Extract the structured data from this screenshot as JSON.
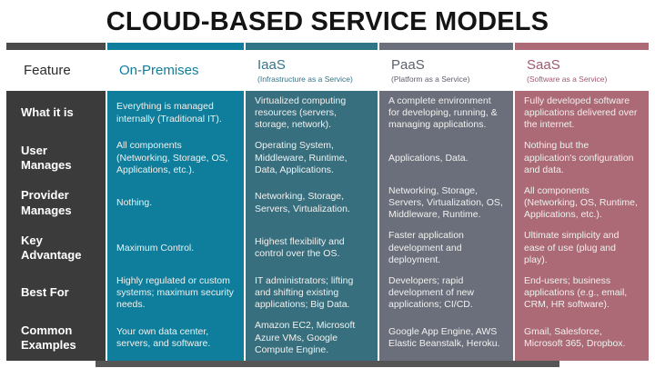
{
  "title": "CLOUD-BASED SERVICE MODELS",
  "colors": {
    "feature_column": "#3b3b3b",
    "on_premises_column": "#0e7e9c",
    "iaas_column": "#386f7f",
    "paas_column": "#6b6f7b",
    "saas_column": "#ab6a76",
    "on_premises_header_text": "#0e7e9c",
    "iaas_header_text": "#35758a",
    "paas_header_text": "#5d616e",
    "saas_header_text": "#a05b6d"
  },
  "table": {
    "feature_header": "Feature",
    "columns": [
      {
        "label": "On-Premises",
        "subtitle": ""
      },
      {
        "label": "IaaS",
        "subtitle": "(Infrastructure as a Service)"
      },
      {
        "label": "PaaS",
        "subtitle": "(Platform as a Service)"
      },
      {
        "label": "SaaS",
        "subtitle": "(Software as a Service)"
      }
    ],
    "rows": [
      {
        "feature": "What it is",
        "cells": [
          "Everything is managed internally (Traditional IT).",
          "Virtualized computing resources (servers, storage, network).",
          "A complete environment for developing, running, & managing applications.",
          "Fully developed software applications delivered over the internet."
        ]
      },
      {
        "feature": "User Manages",
        "cells": [
          "All components (Networking, Storage, OS, Applications, etc.).",
          "Operating System, Middleware, Runtime, Data, Applications.",
          "Applications, Data.",
          "Nothing but the application's configuration and data."
        ]
      },
      {
        "feature": "Provider Manages",
        "cells": [
          "Nothing.",
          "Networking, Storage, Servers, Virtualization.",
          "Networking, Storage, Servers, Virtualization, OS, Middleware, Runtime.",
          "All components (Networking, OS, Runtime, Applications, etc.)."
        ]
      },
      {
        "feature": "Key Advantage",
        "cells": [
          "Maximum Control.",
          "Highest flexibility and control over the OS.",
          "Faster application development and deployment.",
          "Ultimate simplicity and ease of use (plug and play)."
        ]
      },
      {
        "feature": "Best For",
        "cells": [
          "Highly regulated or custom systems; maximum security needs.",
          "IT administrators; lifting and shifting existing applications; Big Data.",
          "Developers; rapid development of new applications; CI/CD.",
          "End-users; business applications (e.g., email, CRM, HR software)."
        ]
      },
      {
        "feature": "Common Examples",
        "cells": [
          "Your own data center, servers, and software.",
          "Amazon EC2, Microsoft Azure VMs, Google Compute Engine.",
          "Google App Engine, AWS Elastic Beanstalk, Heroku.",
          "Gmail, Salesforce, Microsoft 365, Dropbox."
        ]
      }
    ]
  }
}
